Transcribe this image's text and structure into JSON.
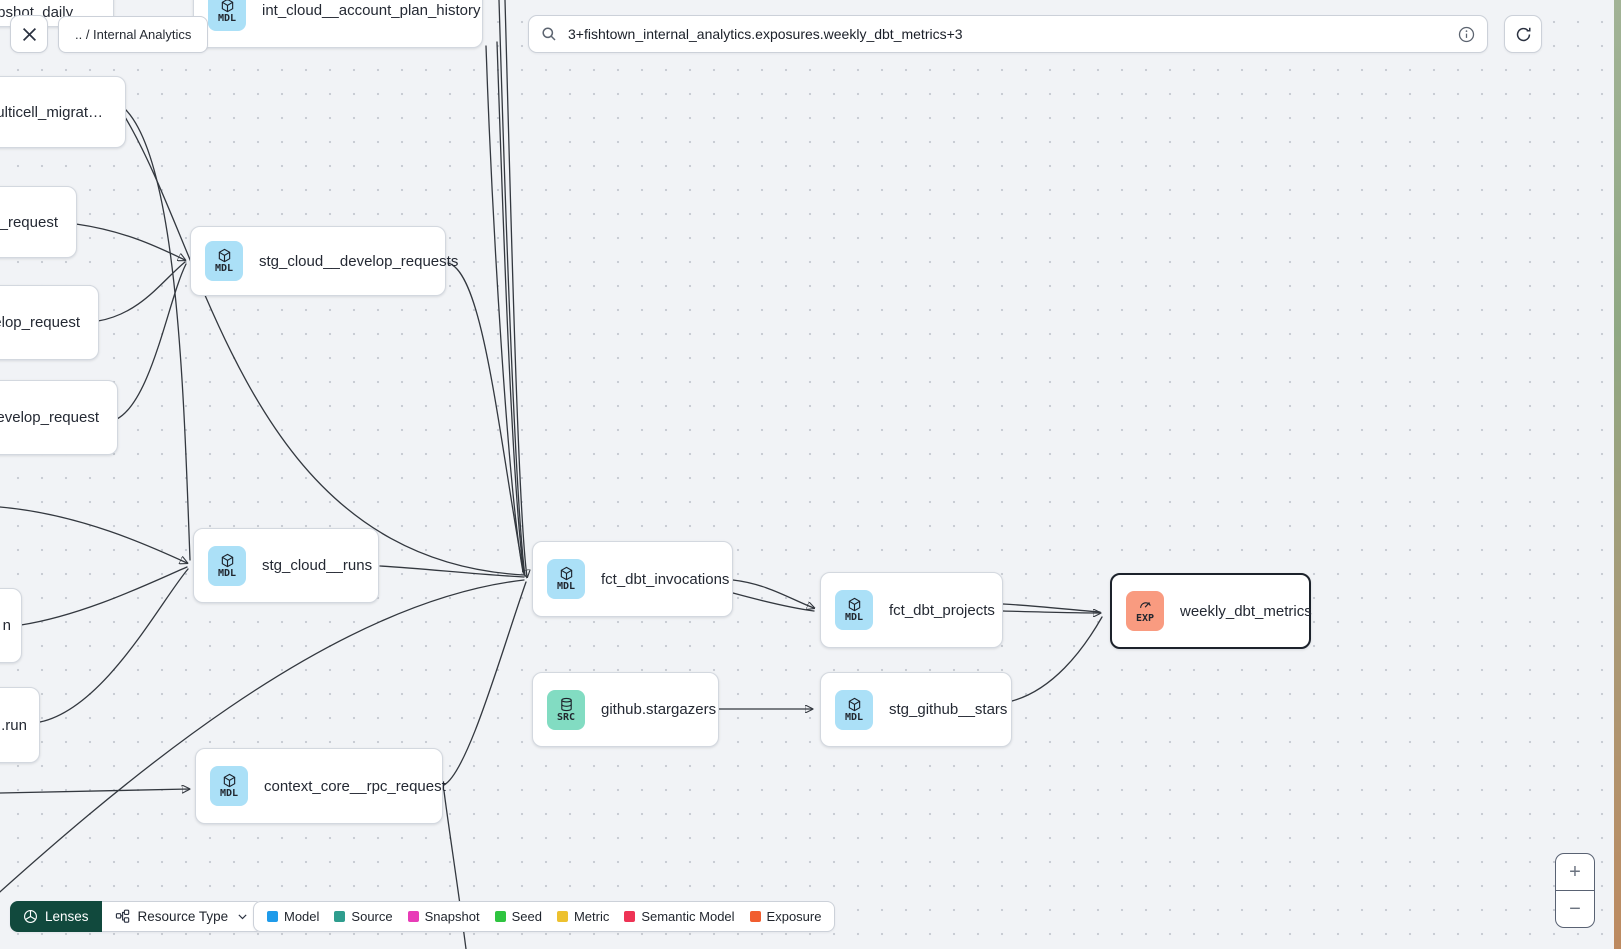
{
  "header": {
    "breadcrumb": ".. / Internal Analytics",
    "search": {
      "value": "3+fishtown_internal_analytics.exposures.weekly_dbt_metrics+3"
    }
  },
  "nodes": [
    {
      "label": "snapshot_daily",
      "badge": ""
    },
    {
      "label": "int_cloud__account_plan_history",
      "badge": "MDL"
    },
    {
      "label": "multicell_migrat…",
      "badge": ""
    },
    {
      "label": "p_request",
      "badge": ""
    },
    {
      "label": "velop_request",
      "badge": ""
    },
    {
      "label": ".develop_request",
      "badge": ""
    },
    {
      "label": "stg_cloud__develop_requests",
      "badge": "MDL"
    },
    {
      "label": "stg_cloud__runs",
      "badge": "MDL"
    },
    {
      "label": "n",
      "badge": ""
    },
    {
      "label": ".run",
      "badge": ""
    },
    {
      "label": "fct_dbt_invocations",
      "badge": "MDL"
    },
    {
      "label": "fct_dbt_projects",
      "badge": "MDL"
    },
    {
      "label": "weekly_dbt_metrics",
      "badge": "EXP"
    },
    {
      "label": "github.stargazers",
      "badge": "SRC"
    },
    {
      "label": "stg_github__stars",
      "badge": "MDL"
    },
    {
      "label": "context_core__rpc_request",
      "badge": "MDL"
    }
  ],
  "toolbar": {
    "lenses": "Lenses",
    "lenses_color": "#11493d",
    "resource_type": "Resource Type"
  },
  "legend": {
    "items": [
      {
        "label": "Model",
        "color": "#1f9bea"
      },
      {
        "label": "Source",
        "color": "#2f9d8e"
      },
      {
        "label": "Snapshot",
        "color": "#e83cb7"
      },
      {
        "label": "Seed",
        "color": "#2fc440"
      },
      {
        "label": "Metric",
        "color": "#edc12f"
      },
      {
        "label": "Semantic Model",
        "color": "#ee3355"
      },
      {
        "label": "Exposure",
        "color": "#f15d2f"
      }
    ]
  },
  "zoom_controls": {
    "zoom_in": "+",
    "zoom_out": "−"
  },
  "node_type_colors": {
    "model": "#abe0f7",
    "source": "#82dcc2",
    "exposure": "#f99b80"
  }
}
